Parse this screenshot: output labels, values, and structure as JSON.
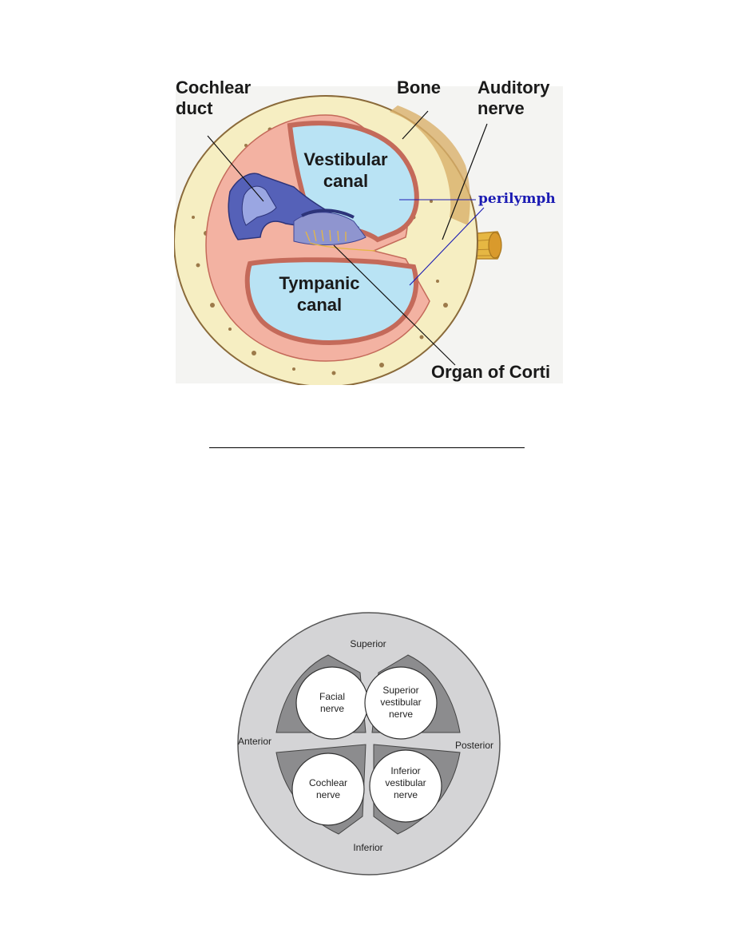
{
  "cochlea_figure": {
    "labels": {
      "cochlear_duct_line1": "Cochlear",
      "cochlear_duct_line2": "duct",
      "bone": "Bone",
      "auditory_nerve_line1": "Auditory",
      "auditory_nerve_line2": "nerve",
      "vestibular_canal_line1": "Vestibular",
      "vestibular_canal_line2": "canal",
      "perilymph": "perilymph",
      "tympanic_canal_line1": "Tympanic",
      "tympanic_canal_line2": "canal",
      "organ_of_corti": "Organ of Corti"
    },
    "colors": {
      "bone": "#f6eec2",
      "canal_fluid": "#b9e3f4",
      "membrane": "#f4a58b",
      "duct": "#5561b8",
      "nerve": "#e8b844",
      "perilymph_text": "#1b1bb3"
    }
  },
  "iac_figure": {
    "labels": {
      "superior": "Superior",
      "inferior": "Inferior",
      "anterior": "Anterior",
      "posterior": "Posterior",
      "facial_nerve_line1": "Facial",
      "facial_nerve_line2": "nerve",
      "superior_vestibular_line1": "Superior",
      "superior_vestibular_line2": "vestibular",
      "superior_vestibular_line3": "nerve",
      "cochlear_nerve_line1": "Cochlear",
      "cochlear_nerve_line2": "nerve",
      "inferior_vestibular_line1": "Inferior",
      "inferior_vestibular_line2": "vestibular",
      "inferior_vestibular_line3": "nerve"
    },
    "colors": {
      "outer_disc": "#d4d4d6",
      "inner_sector": "#8c8c8e",
      "nerve_fill": "#ffffff"
    }
  }
}
